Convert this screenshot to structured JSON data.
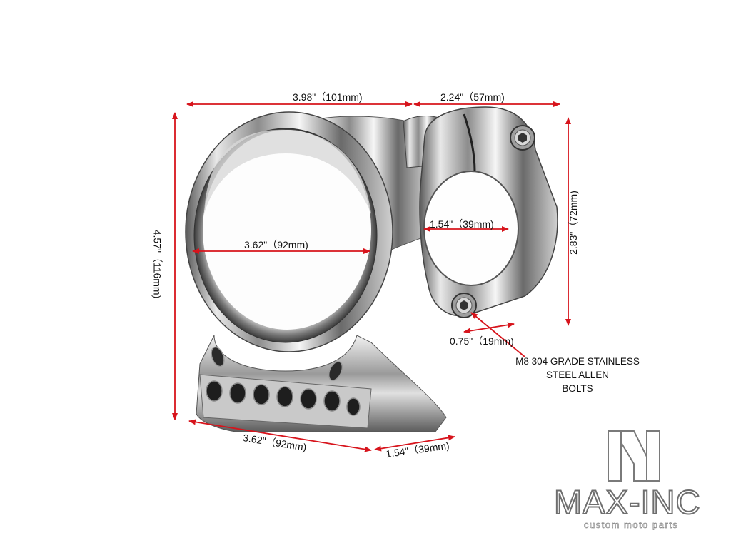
{
  "dimensions": {
    "top_left_width": "3.98\"（101mm)",
    "top_right_width": "2.24\"（57mm)",
    "overall_height": "4.57\"（116mm)",
    "clamp_height": "2.83\"（72mm)",
    "gauge_inner_diameter": "3.62\"（92mm)",
    "clamp_bore": "1.54\"（39mm)",
    "bolt_offset": "0.75\"（19mm)",
    "base_length": "3.62\"（92mm)",
    "base_depth": "1.54\"（39mm)"
  },
  "note": {
    "line1": "M8 304 GRADE STAINLESS",
    "line2": "STEEL ALLEN",
    "line3": "BOLTS"
  },
  "brand": {
    "name": "MAX-INC",
    "tagline": "custom moto parts"
  },
  "colors": {
    "arrow": "#d7141c",
    "chrome_dark": "#3c3c3c",
    "chrome_light": "#f4f4f4"
  }
}
